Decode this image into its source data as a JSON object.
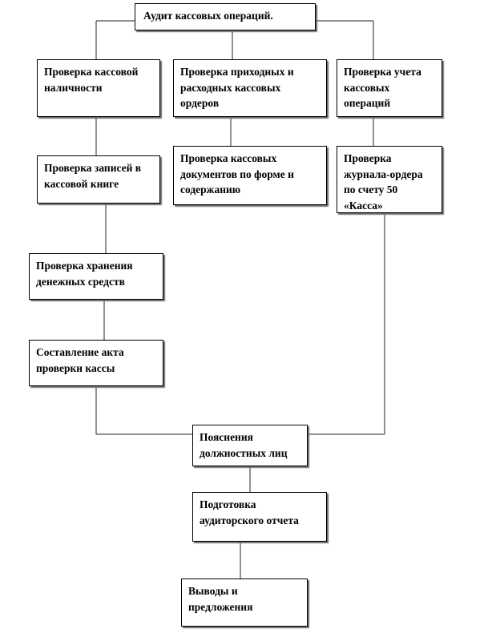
{
  "nodes": {
    "root": "Аудит кассовых  операций.",
    "cash_check": "Проверка кассовой наличности",
    "orders_check": "Проверка приходных и расходных кассовых ордеров",
    "accounting_check": "Проверка учета кассовых операций",
    "book_check": "Проверка записей в кассовой книге",
    "docs_check": "Проверка кассовых документов по форме и содержанию",
    "journal_check": "Проверка журнала-ордера по счету 50 «Касса»",
    "storage_check": "Проверка хранения денежных средств",
    "act": "Составление акта проверки кассы",
    "explanations": "Пояснения должностных лиц",
    "report": "Подготовка аудиторского  отчета",
    "conclusions": "Выводы и предложения"
  }
}
